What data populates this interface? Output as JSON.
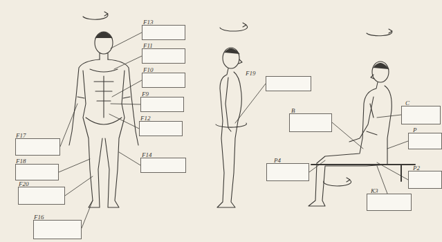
{
  "diagram": {
    "nodes": [
      {
        "text": [
          "F13"
        ]
      },
      {
        "text": [
          "F11"
        ]
      },
      {
        "text": [
          "F10"
        ]
      },
      {
        "text": [
          "F9"
        ]
      },
      {
        "text": [
          "F12"
        ]
      },
      {
        "text": [
          "F17"
        ]
      },
      {
        "text": [
          "F14"
        ]
      },
      {
        "text": [
          "F18"
        ]
      },
      {
        "text": [
          "F20"
        ]
      },
      {
        "text": [
          "F16"
        ]
      },
      {
        "text": [
          "F19"
        ]
      },
      {
        "text": [
          "C"
        ]
      },
      {
        "text": [
          "B"
        ]
      },
      {
        "text": [
          "P"
        ]
      },
      {
        "text": [
          "P4"
        ]
      },
      {
        "text": [
          "P2"
        ]
      },
      {
        "text": [
          "K3"
        ]
      }
    ]
  }
}
